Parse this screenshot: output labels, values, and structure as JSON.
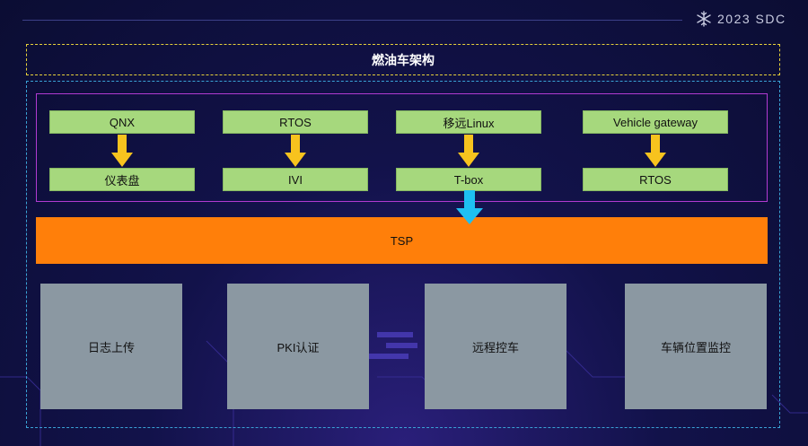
{
  "header": {
    "brand_text": "2023 SDC",
    "brand_icon": "snowflake-icon"
  },
  "title": "燃油车架构",
  "top_row": [
    "QNX",
    "RTOS",
    "移远Linux",
    "Vehicle gateway"
  ],
  "bottom_row": [
    "仪表盘",
    "IVI",
    "T-box",
    "RTOS"
  ],
  "tsp": "TSP",
  "services": [
    "日志上传",
    "PKI认证",
    "远程控车",
    "车辆位置监控"
  ],
  "colors": {
    "green": "#a6d87d",
    "arrow_yellow": "#f7c31e",
    "arrow_blue": "#1ec0f2",
    "tsp_orange": "#ff7f0a",
    "service_gray": "#8b98a2",
    "title_border": "#e8d23a",
    "outer_border": "#3aa2d6",
    "inner_border": "#b13ad1"
  }
}
